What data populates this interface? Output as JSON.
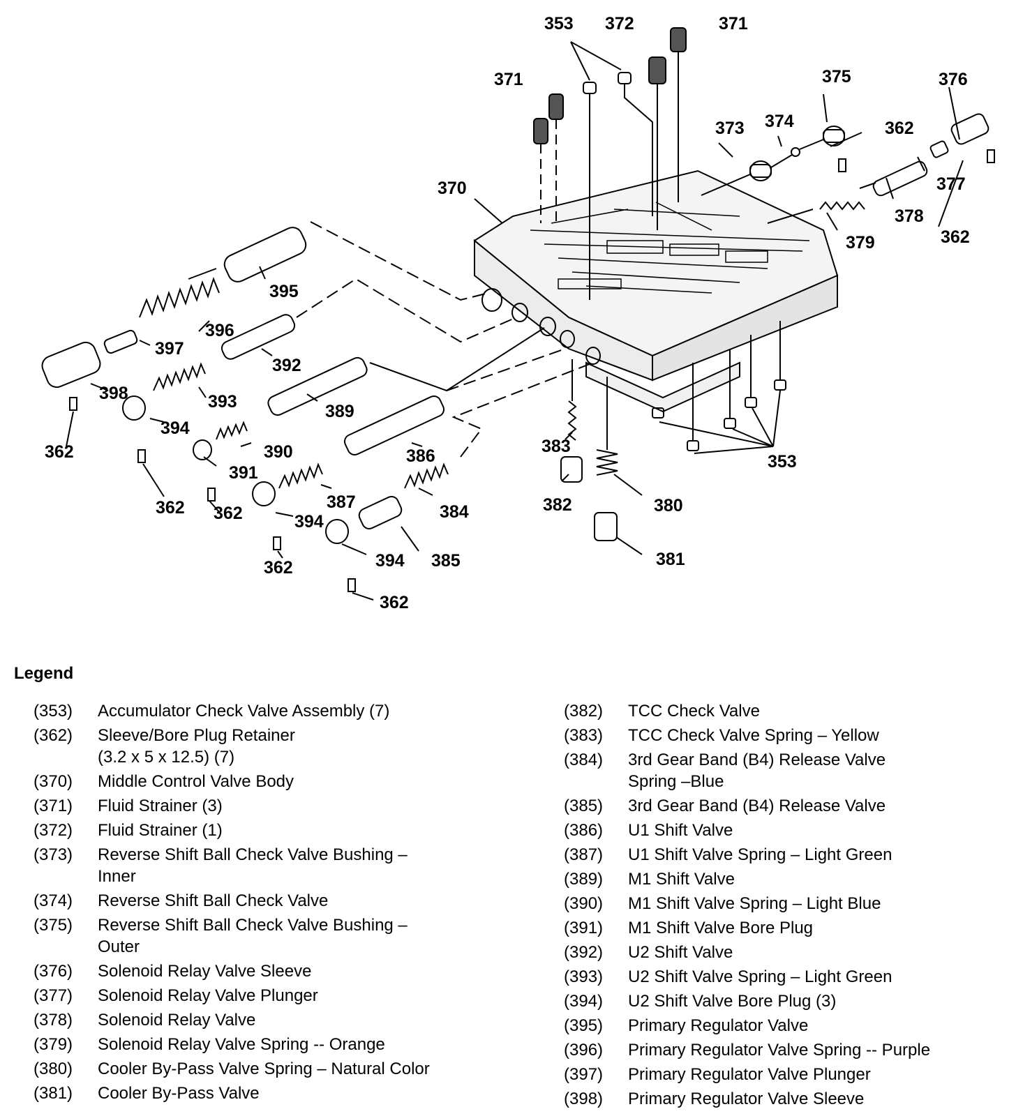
{
  "callouts": [
    "353",
    "372",
    "371",
    "371",
    "375",
    "376",
    "373",
    "374",
    "362",
    "370",
    "377",
    "378",
    "379",
    "362",
    "395",
    "396",
    "397",
    "392",
    "398",
    "393",
    "389",
    "394",
    "390",
    "362",
    "391",
    "386",
    "383",
    "353",
    "362",
    "362",
    "387",
    "384",
    "382",
    "380",
    "394",
    "362",
    "394",
    "385",
    "381",
    "362"
  ],
  "legend": {
    "title": "Legend",
    "left": [
      {
        "num": "(353)",
        "desc": "Accumulator Check Valve Assembly (7)"
      },
      {
        "num": "(362)",
        "desc": "Sleeve/Bore Plug Retainer\n(3.2 x 5 x 12.5) (7)"
      },
      {
        "num": "(370)",
        "desc": "Middle Control Valve Body"
      },
      {
        "num": "(371)",
        "desc": "Fluid Strainer (3)"
      },
      {
        "num": "(372)",
        "desc": "Fluid Strainer (1)"
      },
      {
        "num": "(373)",
        "desc": "Reverse Shift Ball Check Valve Bushing –\nInner"
      },
      {
        "num": "(374)",
        "desc": "Reverse Shift Ball Check Valve"
      },
      {
        "num": "(375)",
        "desc": "Reverse Shift Ball Check Valve Bushing –\nOuter"
      },
      {
        "num": "(376)",
        "desc": "Solenoid Relay Valve Sleeve"
      },
      {
        "num": "(377)",
        "desc": "Solenoid Relay Valve Plunger"
      },
      {
        "num": "(378)",
        "desc": "Solenoid Relay Valve"
      },
      {
        "num": "(379)",
        "desc": "Solenoid Relay Valve Spring -- Orange"
      },
      {
        "num": "(380)",
        "desc": "Cooler By-Pass Valve Spring – Natural Color"
      },
      {
        "num": "(381)",
        "desc": "Cooler By-Pass Valve"
      }
    ],
    "right": [
      {
        "num": "(382)",
        "desc": "TCC Check Valve"
      },
      {
        "num": "(383)",
        "desc": "TCC Check Valve Spring – Yellow"
      },
      {
        "num": "(384)",
        "desc": "3rd Gear Band (B4) Release Valve\nSpring –Blue"
      },
      {
        "num": "(385)",
        "desc": "3rd Gear Band (B4) Release Valve"
      },
      {
        "num": "(386)",
        "desc": "U1 Shift Valve"
      },
      {
        "num": "(387)",
        "desc": "U1 Shift Valve Spring – Light Green"
      },
      {
        "num": "(389)",
        "desc": "M1 Shift Valve"
      },
      {
        "num": "(390)",
        "desc": "M1 Shift Valve Spring – Light Blue"
      },
      {
        "num": "(391)",
        "desc": "M1 Shift Valve Bore Plug"
      },
      {
        "num": "(392)",
        "desc": "U2 Shift Valve"
      },
      {
        "num": "(393)",
        "desc": "U2 Shift Valve Spring – Light Green"
      },
      {
        "num": "(394)",
        "desc": "U2 Shift Valve Bore Plug (3)"
      },
      {
        "num": "(395)",
        "desc": "Primary Regulator Valve"
      },
      {
        "num": "(396)",
        "desc": "Primary Regulator Valve Spring -- Purple"
      },
      {
        "num": "(397)",
        "desc": "Primary Regulator Valve Plunger"
      },
      {
        "num": "(398)",
        "desc": "Primary Regulator Valve Sleeve"
      }
    ]
  }
}
